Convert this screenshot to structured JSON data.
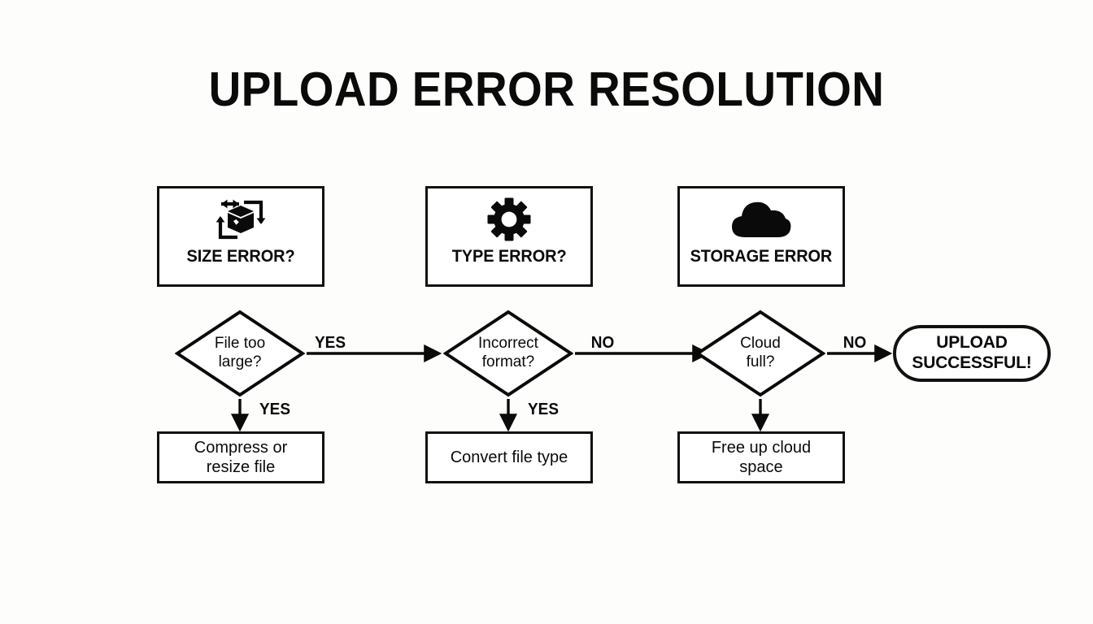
{
  "page": {
    "title": "UPLOAD ERROR RESOLUTION",
    "background_color": "#fdfdfc",
    "ink_color": "#0a0a0a"
  },
  "chart_data": {
    "type": "diagram",
    "title": "UPLOAD ERROR RESOLUTION",
    "nodes": [
      {
        "id": "size-error",
        "kind": "icon-box",
        "label": "SIZE ERROR?",
        "icon": "resize-box-icon"
      },
      {
        "id": "type-error",
        "kind": "icon-box",
        "label": "TYPE ERROR?",
        "icon": "gear-icon"
      },
      {
        "id": "storage-error",
        "kind": "icon-box",
        "label": "STORAGE ERROR",
        "icon": "cloud-icon"
      },
      {
        "id": "file-too-large",
        "kind": "decision",
        "label": "File too\nlarge?"
      },
      {
        "id": "incorrect-format",
        "kind": "decision",
        "label": "Incorrect\nformat?"
      },
      {
        "id": "cloud-full",
        "kind": "decision",
        "label": "Cloud\nfull?"
      },
      {
        "id": "compress",
        "kind": "action",
        "label": "Compress or\nresize file"
      },
      {
        "id": "convert",
        "kind": "action",
        "label": "Convert file type"
      },
      {
        "id": "free-space",
        "kind": "action",
        "label": "Free up cloud\nspace"
      },
      {
        "id": "upload-success",
        "kind": "terminal",
        "label": "UPLOAD\nSUCCESSFUL!"
      }
    ],
    "edges": [
      {
        "from": "file-too-large",
        "to": "incorrect-format",
        "label": "YES",
        "direction": "right"
      },
      {
        "from": "file-too-large",
        "to": "compress",
        "label": "YES",
        "direction": "down"
      },
      {
        "from": "incorrect-format",
        "to": "cloud-full",
        "label": "NO",
        "direction": "right"
      },
      {
        "from": "incorrect-format",
        "to": "convert",
        "label": "YES",
        "direction": "down"
      },
      {
        "from": "cloud-full",
        "to": "upload-success",
        "label": "NO",
        "direction": "right"
      },
      {
        "from": "cloud-full",
        "to": "free-space",
        "label": "",
        "direction": "down"
      }
    ]
  },
  "boxes": {
    "size_error": {
      "caption": "SIZE ERROR?"
    },
    "type_error": {
      "caption": "TYPE ERROR?"
    },
    "storage_error": {
      "caption": "STORAGE ERROR"
    }
  },
  "decisions": {
    "file_too_large": {
      "line1": "File too",
      "line2": "large?"
    },
    "incorrect_format": {
      "line1": "Incorrect",
      "line2": "format?"
    },
    "cloud_full": {
      "line1": "Cloud",
      "line2": "full?"
    }
  },
  "actions": {
    "compress": {
      "line1": "Compress or",
      "line2": "resize file"
    },
    "convert": {
      "line1": "Convert file type",
      "line2": ""
    },
    "free_space": {
      "line1": "Free up cloud",
      "line2": "space"
    }
  },
  "terminal": {
    "line1": "UPLOAD",
    "line2": "SUCCESSFUL!"
  },
  "edge_labels": {
    "yes_right_1": "YES",
    "yes_down_1": "YES",
    "no_right_2": "NO",
    "yes_down_2": "YES",
    "no_right_3": "NO"
  }
}
